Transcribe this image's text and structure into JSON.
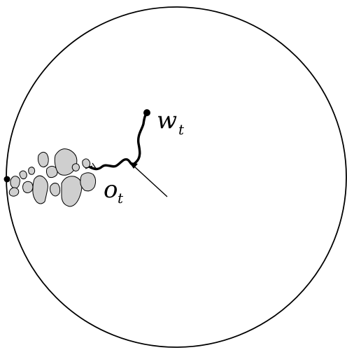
{
  "labels": {
    "point_w": "w",
    "point_w_subscript": "t",
    "point_o": "o",
    "point_o_subscript": "t"
  },
  "colors": {
    "stroke": "#000000",
    "blob_fill": "#cfcfcf",
    "background": "#ffffff"
  }
}
